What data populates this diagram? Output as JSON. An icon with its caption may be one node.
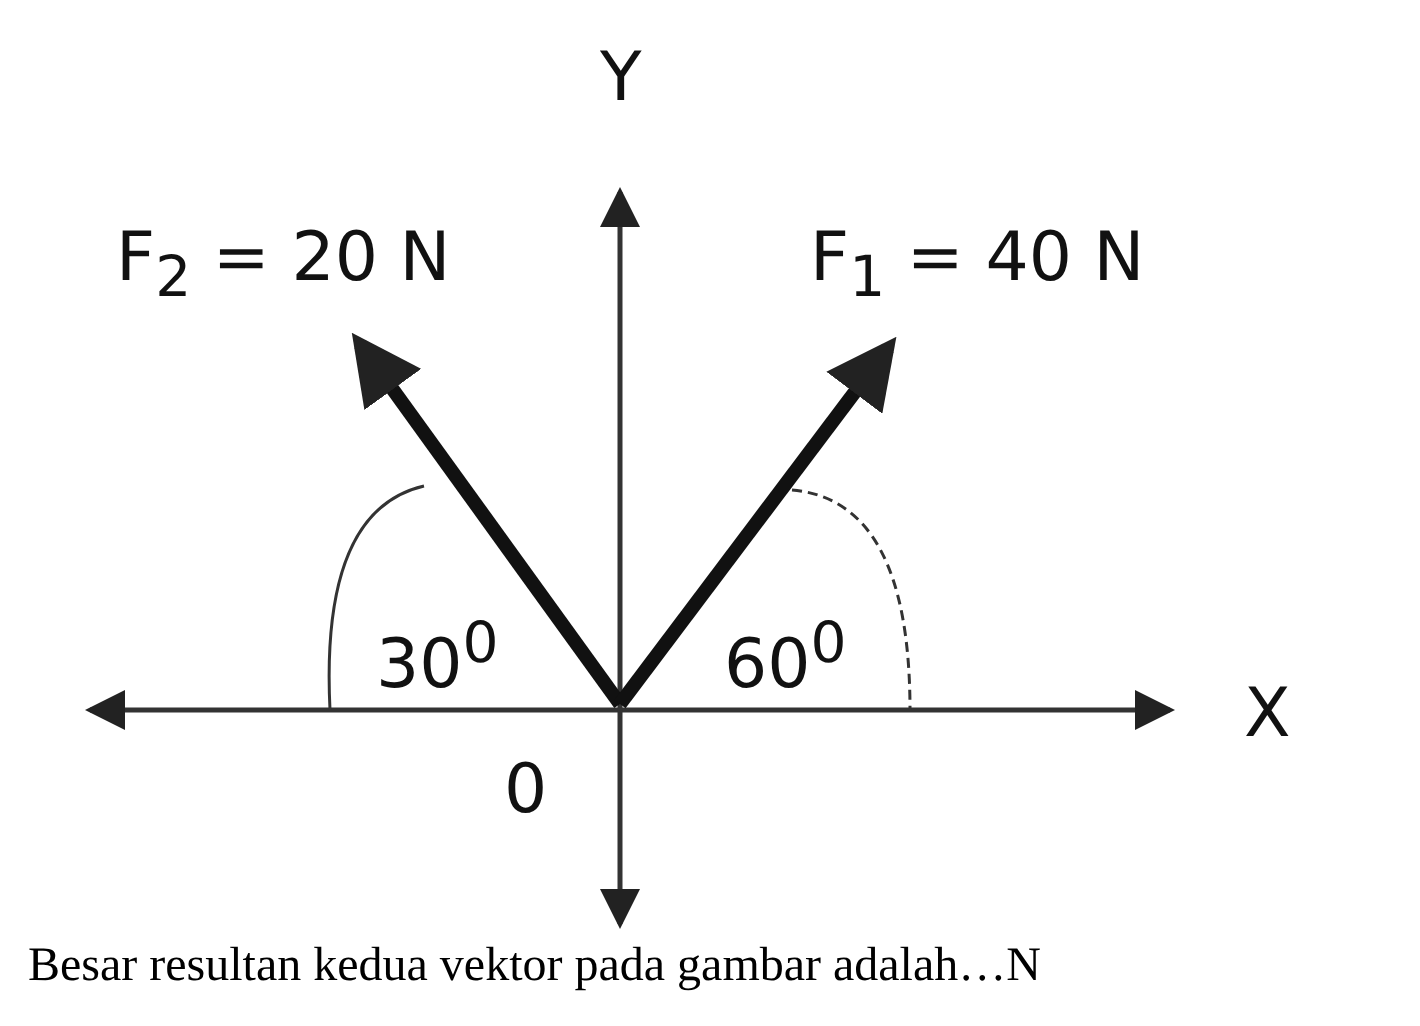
{
  "diagram": {
    "caption": "Besar resultan kedua vektor pada gambar adalah…N",
    "labels": [
      "Y",
      "F$_{2}$ = 20 N",
      "F$_{1}$ = 40 N",
      "30$^{0}$",
      "60$^{0}$",
      "X",
      "0"
    ]
  }
}
